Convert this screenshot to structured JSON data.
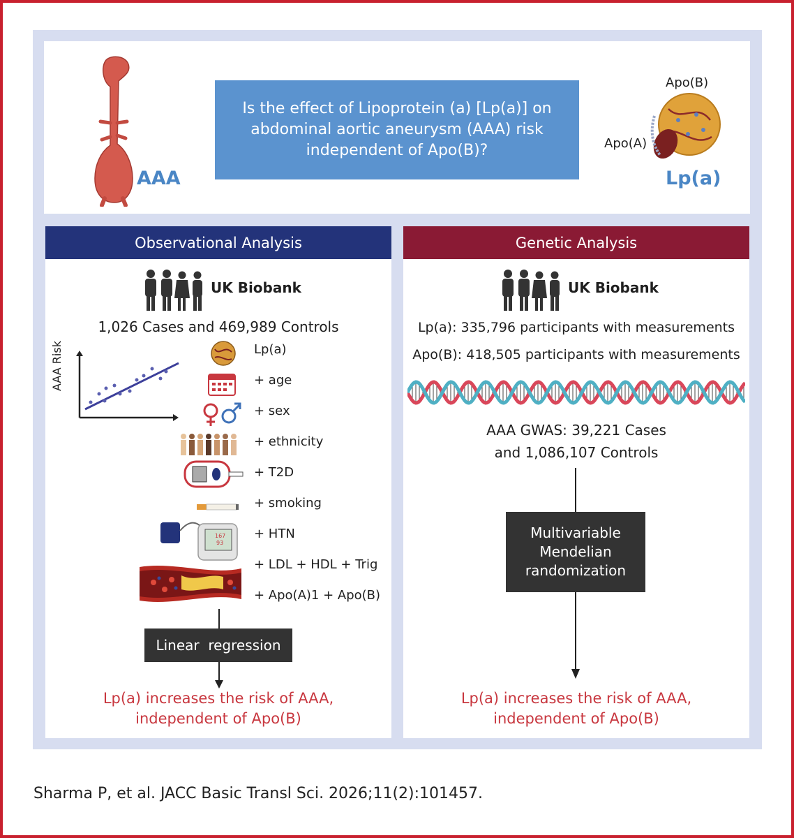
{
  "top": {
    "question": "Is the effect of Lipoprotein (a) [Lp(a)] on abdominal aortic aneurysm (AAA) risk independent of Apo(B)?",
    "aaa_label": "AAA",
    "lpa_label": "Lp(a)",
    "apob_label": "Apo(B)",
    "apoa_label": "Apo(A)"
  },
  "observational": {
    "title": "Observational Analysis",
    "cohort": "UK Biobank",
    "counts": "1,026 Cases and 469,989 Controls",
    "y_axis_label": "AAA Risk",
    "factors": [
      "Lp(a)",
      "+ age",
      "+ sex",
      "+ ethnicity",
      "+ T2D",
      "+ smoking",
      "+ HTN",
      "+ LDL + HDL + Trig",
      "+ Apo(A)1 + Apo(B)"
    ],
    "method": "Linear  regression",
    "conclusion_line1": "Lp(a) increases the risk of AAA,",
    "conclusion_line2": "independent of Apo(B)"
  },
  "genetic": {
    "title": "Genetic Analysis",
    "cohort": "UK Biobank",
    "lpa_measure": "Lp(a): 335,796 participants with measurements",
    "apob_measure": "Apo(B): 418,505 participants with measurements",
    "gwas_line1": "AAA GWAS: 39,221 Cases",
    "gwas_line2": "and 1,086,107 Controls",
    "method_line1": "Multivariable",
    "method_line2": "Mendelian",
    "method_line3": "randomization",
    "conclusion_line1": "Lp(a) increases the risk of AAA,",
    "conclusion_line2": "independent of Apo(B)"
  },
  "citation": "Sharma P, et al. JACC Basic Transl Sci. 2026;11(2):101457.",
  "colors": {
    "border": "#c8202e",
    "obs_header": "#23337a",
    "gen_header": "#8a1a34",
    "question_box": "#5b93cf",
    "conclusion": "#c8373f"
  },
  "icons": [
    "aorta-icon",
    "lipoprotein-particle-icon",
    "people-icon",
    "globe-icon",
    "calendar-icon",
    "female-male-icon",
    "ethnicity-people-icon",
    "glucometer-icon",
    "cigarette-icon",
    "blood-pressure-monitor-icon",
    "artery-plaque-icon",
    "dna-icon"
  ]
}
